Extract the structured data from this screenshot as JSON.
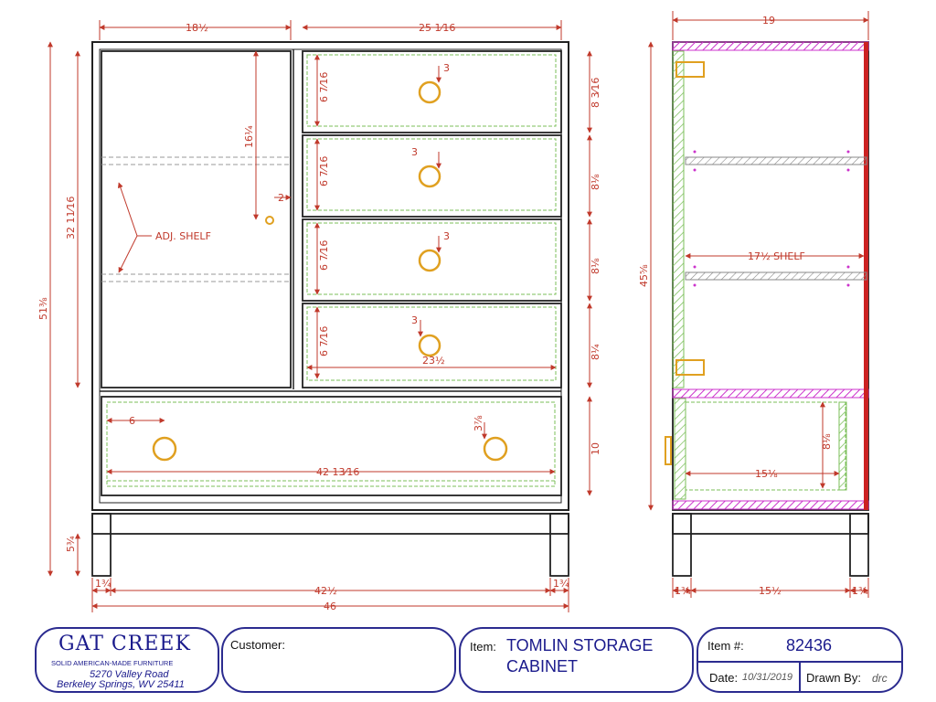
{
  "dimensions": {
    "top_left_width": "18½",
    "top_right_width": "25 1⁄16",
    "side_top_depth": "19",
    "overall_height": "51⅜",
    "door_height": "32 11⁄16",
    "door_pull_height": "16¼",
    "pull_offset": "2",
    "drawer_face_heights": [
      "8 3⁄16",
      "8⅛",
      "8⅛",
      "8¼"
    ],
    "drawer_inner_heights": [
      "6 7⁄16",
      "6 7⁄16",
      "6 7⁄16",
      "6 7⁄16"
    ],
    "pull_drops": [
      "3",
      "3",
      "3",
      "3"
    ],
    "drawer_inner_width": "23½",
    "bottom_drawer_height": "10",
    "bottom_pull_offset": "6",
    "bottom_pull_drop": "3⅞",
    "bottom_drawer_inner_width": "42 13⁄16",
    "base_height": "5¾",
    "leg_left": "1¾",
    "inner_width": "42½",
    "leg_right": "1¾",
    "overall_width": "46",
    "side_height": "45⅝",
    "side_shelf": "17½ SHELF",
    "side_drawer_height": "8⅛",
    "side_drawer_depth": "15⅛",
    "side_leg_left": "1¾",
    "side_inner_depth": "15½",
    "side_leg_right": "1¾"
  },
  "notes": {
    "adj_shelf": "ADJ. SHELF"
  },
  "title_block": {
    "company_name": "GAT CREEK",
    "tagline": "SOLID AMERICAN-MADE FURNITURE",
    "address_line1": "5270 Valley Road",
    "address_line2": "Berkeley Springs, WV  25411",
    "customer_label": "Customer:",
    "customer_value": "",
    "item_label": "Item:",
    "item_name_line1": "TOMLIN STORAGE",
    "item_name_line2": "CABINET",
    "item_number_label": "Item #:",
    "item_number": "82436",
    "date_label": "Date:",
    "date_value": "10/31/2019",
    "drawn_by_label": "Drawn By:",
    "drawn_by_value": "drc"
  },
  "colors": {
    "dimension": "#c0392b",
    "outline": "#222222",
    "hidden_line": "#7bbf5a",
    "hardware": "#e0a020",
    "section_hatch": "#cc33cc",
    "title_border": "#2b2b8f"
  }
}
